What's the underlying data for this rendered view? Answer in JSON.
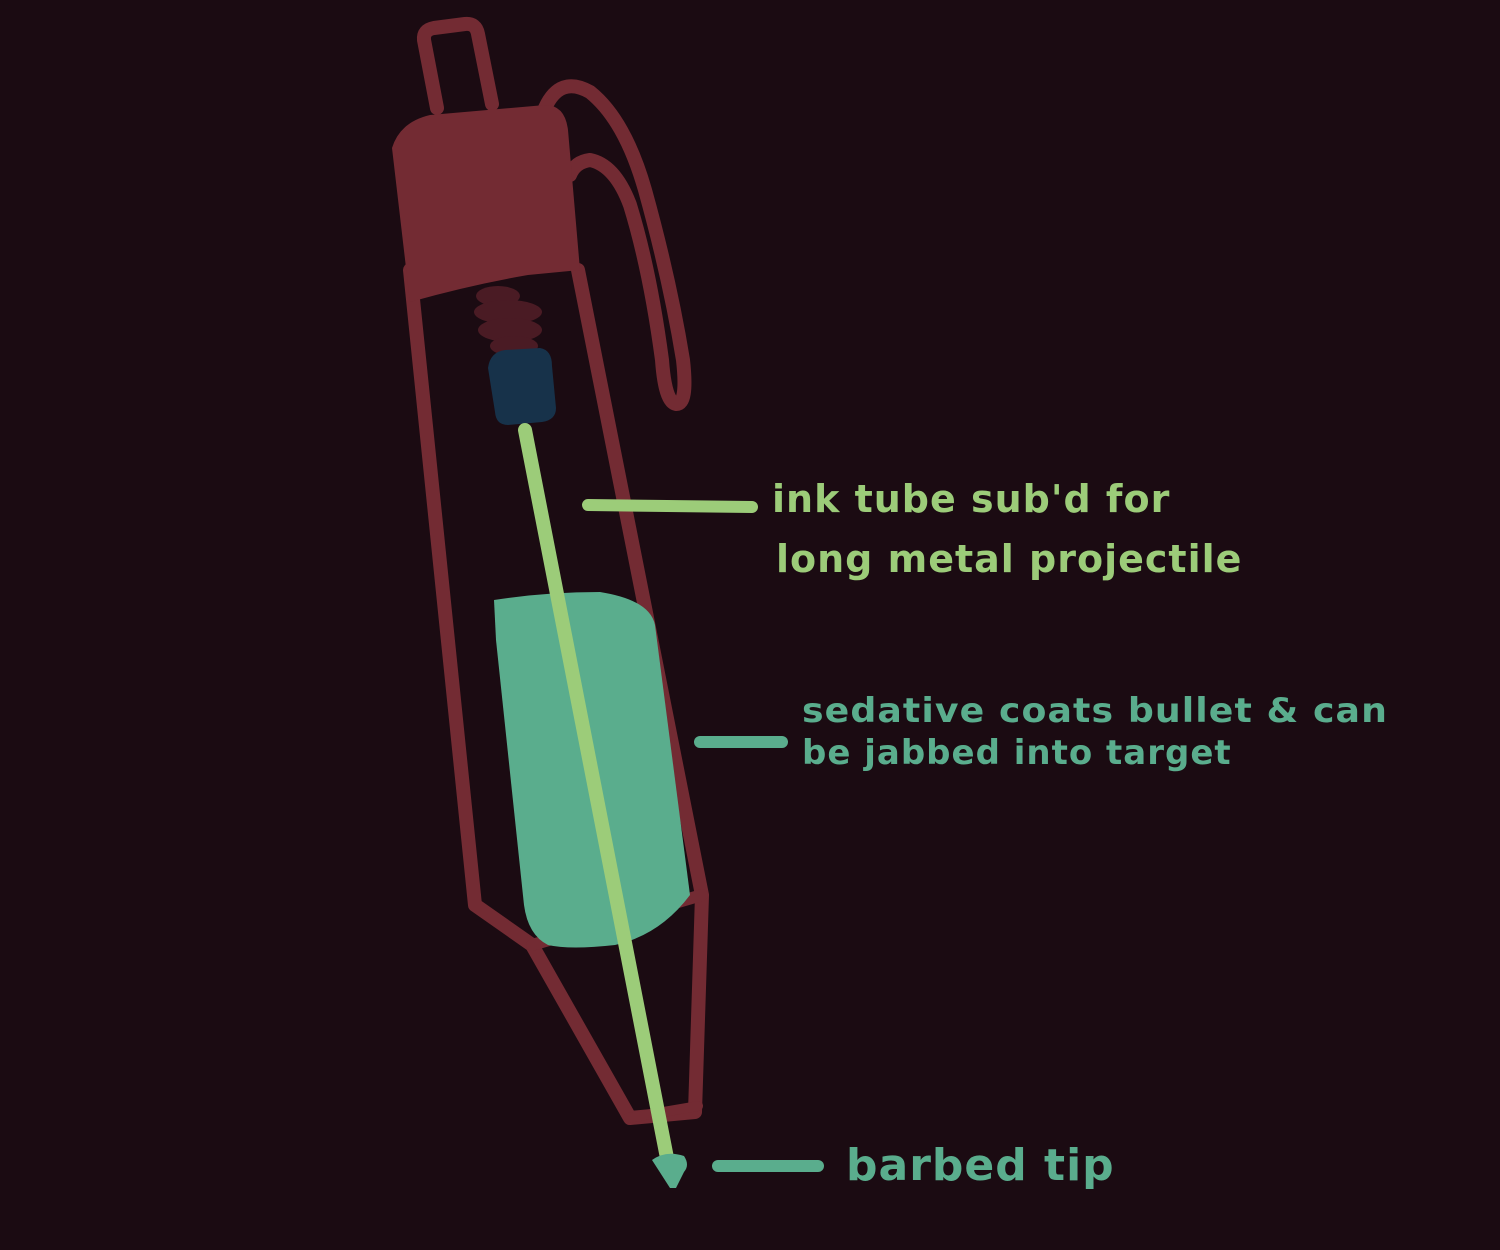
{
  "colors": {
    "background": "#1b0b12",
    "pen_body": "#732b33",
    "spring": "#4a1b24",
    "plunger_cap": "#17324a",
    "projectile": "#9ccc79",
    "sedative": "#5aad8d",
    "label_ink": "#9ccc79",
    "label_sedative": "#5aad8d"
  },
  "labels": {
    "ink_tube_line1": "ink tube sub'd  for",
    "ink_tube_line2": "long metal projectile",
    "sedative_line1": "sedative coats bullet & can",
    "sedative_line2": "be jabbed into target",
    "barbed_tip": "barbed tip"
  }
}
